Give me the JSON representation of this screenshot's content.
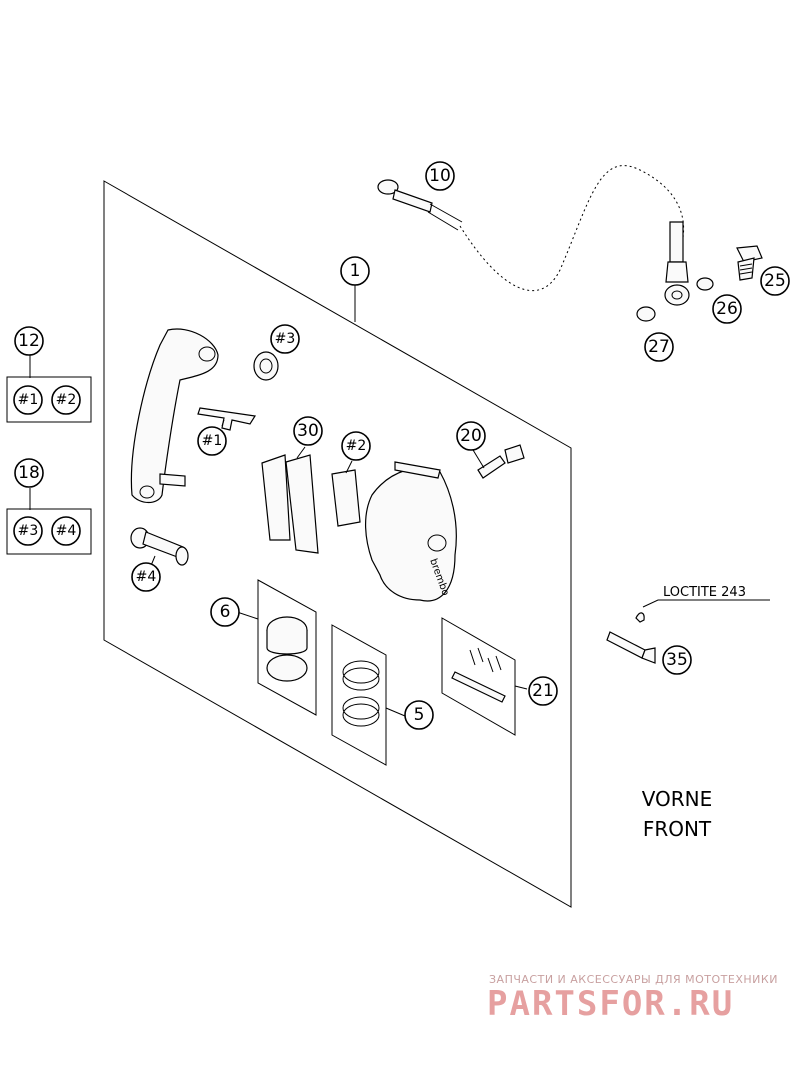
{
  "callouts": {
    "c1": "1",
    "c10": "10",
    "c25": "25",
    "c26": "26",
    "c27": "27",
    "c12": "12",
    "c18": "18",
    "c3ref": "#3",
    "c1ref": "#1",
    "c30": "30",
    "c2ref": "#2",
    "c20": "20",
    "c4ref": "#4",
    "c6": "6",
    "c5": "5",
    "c21": "21",
    "c35": "35",
    "kit12_a": "#1",
    "kit12_b": "#2",
    "kit18_a": "#3",
    "kit18_b": "#4"
  },
  "labels": {
    "loctite": "LOCTITE 243",
    "vorne": "VORNE",
    "front": "FRONT",
    "brand": "brembo"
  },
  "watermark": {
    "top": "ЗАПЧАСТИ И АКСЕССУАРЫ ДЛЯ МОТОТЕХНИКИ",
    "main": "PARTSFOR.RU"
  }
}
